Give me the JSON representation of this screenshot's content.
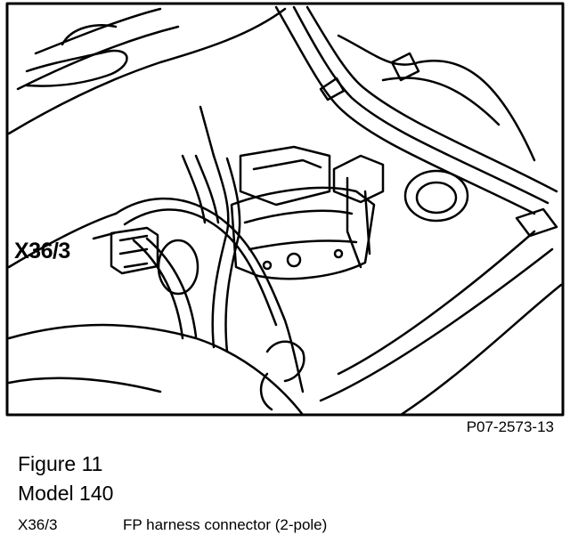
{
  "diagram": {
    "callout_label": "X36/3",
    "reference_number": "P07-2573-13"
  },
  "caption": {
    "figure": "Figure 11",
    "model": "Model 140"
  },
  "legend": [
    {
      "code": "X36/3",
      "description": "FP harness connector (2-pole)"
    }
  ]
}
